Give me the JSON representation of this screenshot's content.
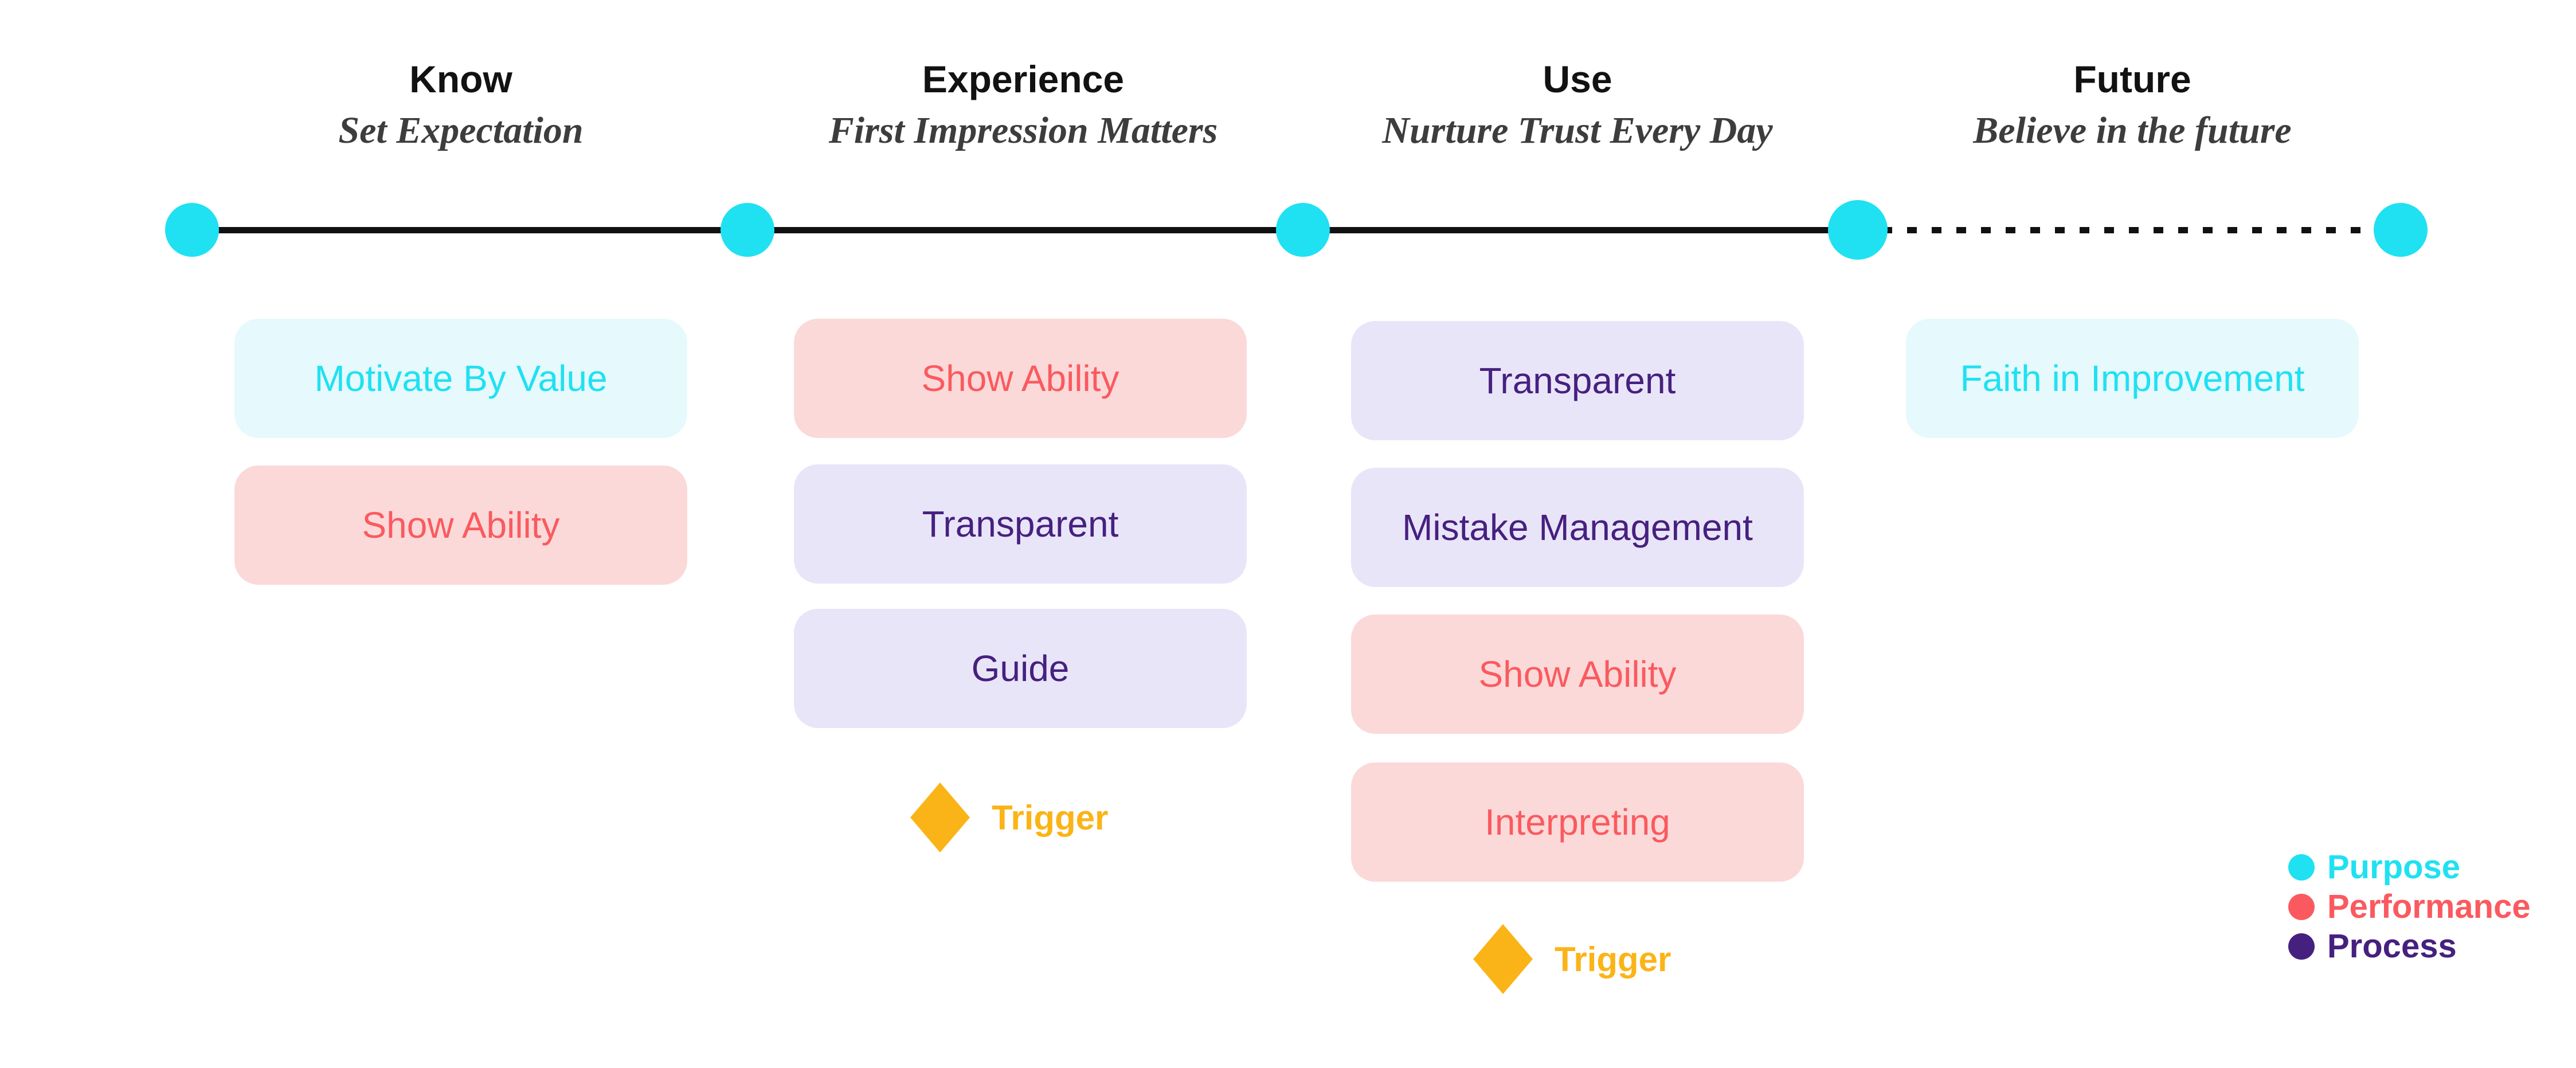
{
  "colors": {
    "purpose-accent": "#1FE1F2",
    "purpose-bg": "#E6F9FD",
    "performance-accent": "#FA5A5F",
    "performance-bg": "#FBD9D9",
    "process-accent": "#46207F",
    "process-bg": "#E9E5F9",
    "trigger-accent": "#FBB417",
    "timeline-line": "#111111"
  },
  "phases": [
    {
      "title": "Know",
      "subtitle": "Set Expectation",
      "cards": [
        {
          "label": "Motivate By Value",
          "type": "purpose"
        },
        {
          "label": "Show Ability",
          "type": "performance"
        }
      ],
      "trigger": null
    },
    {
      "title": "Experience",
      "subtitle": "First Impression Matters",
      "cards": [
        {
          "label": "Show Ability",
          "type": "performance"
        },
        {
          "label": "Transparent",
          "type": "process"
        },
        {
          "label": "Guide",
          "type": "process"
        }
      ],
      "trigger": "Trigger"
    },
    {
      "title": "Use",
      "subtitle": "Nurture Trust Every Day",
      "cards": [
        {
          "label": "Transparent",
          "type": "process"
        },
        {
          "label": "Mistake Management",
          "type": "process"
        },
        {
          "label": "Show Ability",
          "type": "performance"
        },
        {
          "label": "Interpreting",
          "type": "performance"
        }
      ],
      "trigger": "Trigger"
    },
    {
      "title": "Future",
      "subtitle": "Believe in the future",
      "cards": [
        {
          "label": "Faith in Improvement",
          "type": "purpose"
        }
      ],
      "trigger": null
    }
  ],
  "legend": {
    "items": [
      {
        "label": "Purpose",
        "type": "purpose"
      },
      {
        "label": "Performance",
        "type": "performance"
      },
      {
        "label": "Process",
        "type": "process"
      }
    ]
  }
}
